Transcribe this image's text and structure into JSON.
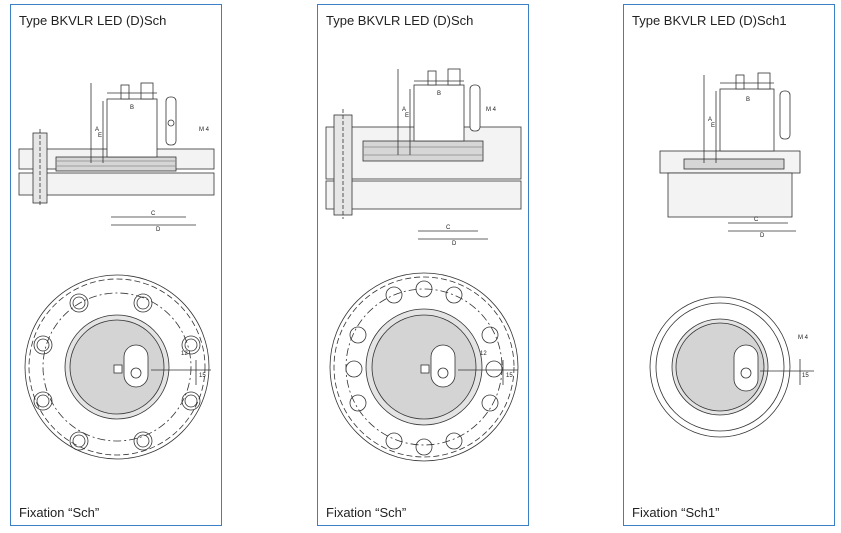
{
  "panels": [
    {
      "title": "Type BKVLR LED (D)Sch",
      "caption": "Fixation “Sch”"
    },
    {
      "title": "Type BKVLR LED (D)Sch",
      "caption": "Fixation “Sch”"
    },
    {
      "title": "Type BKVLR LED (D)Sch1",
      "caption": "Fixation “Sch1”"
    }
  ],
  "dimension_labels": {
    "A": "A",
    "B": "B",
    "C": "C",
    "D": "D",
    "E": "E",
    "M4": "M 4",
    "d12": "12",
    "d15": "15"
  },
  "colors": {
    "border": "#3b7fc4",
    "line": "#333333",
    "hatch": "#8a8a8a"
  }
}
